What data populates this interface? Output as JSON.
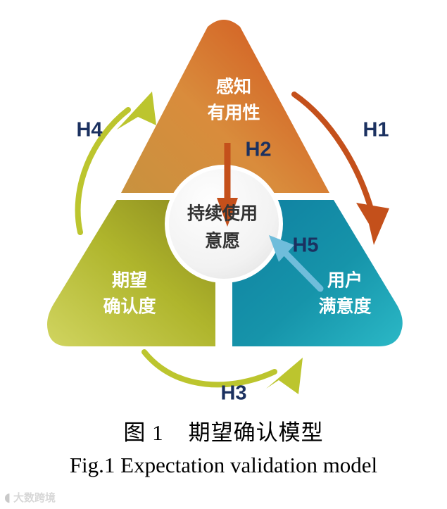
{
  "figure": {
    "diagram_type": "triangle-segment-model",
    "segments": [
      {
        "id": "perceived-usefulness",
        "position": "top",
        "line1": "感知",
        "line2": "有用性",
        "color_start": "#D98C3C",
        "color_end": "#D2561E"
      },
      {
        "id": "expectation-confirmation",
        "position": "bottom-left",
        "line1": "期望",
        "line2": "确认度",
        "color_start": "#C6C93A",
        "color_end": "#8E8E20"
      },
      {
        "id": "user-satisfaction",
        "position": "bottom-right",
        "line1": "用户",
        "line2": "满意度",
        "color_start": "#0F7FA0",
        "color_end": "#2BB8C6"
      }
    ],
    "center": {
      "id": "continued-use-intention",
      "line1": "持续使用",
      "line2": "意愿",
      "fill": "#F2F2F2"
    },
    "hypotheses": [
      {
        "id": "H1",
        "label": "H1",
        "arrow_color": "#C4501B",
        "from": "perceived-usefulness",
        "to": "user-satisfaction"
      },
      {
        "id": "H2",
        "label": "H2",
        "arrow_color": "#C4501B",
        "from": "perceived-usefulness",
        "to": "continued-use-intention"
      },
      {
        "id": "H3",
        "label": "H3",
        "arrow_color": "#BCC52E",
        "from": "expectation-confirmation",
        "to": "user-satisfaction"
      },
      {
        "id": "H4",
        "label": "H4",
        "arrow_color": "#BCC52E",
        "from": "expectation-confirmation",
        "to": "perceived-usefulness"
      },
      {
        "id": "H5",
        "label": "H5",
        "arrow_color": "#6FBDDB",
        "from": "user-satisfaction",
        "to": "continued-use-intention"
      }
    ],
    "label_color": "#1b3160"
  },
  "caption": {
    "chinese": "图 1    期望确认模型",
    "english": "Fig.1 Expectation validation model"
  },
  "watermark": {
    "mark": "◖",
    "text": "大数跨境"
  }
}
